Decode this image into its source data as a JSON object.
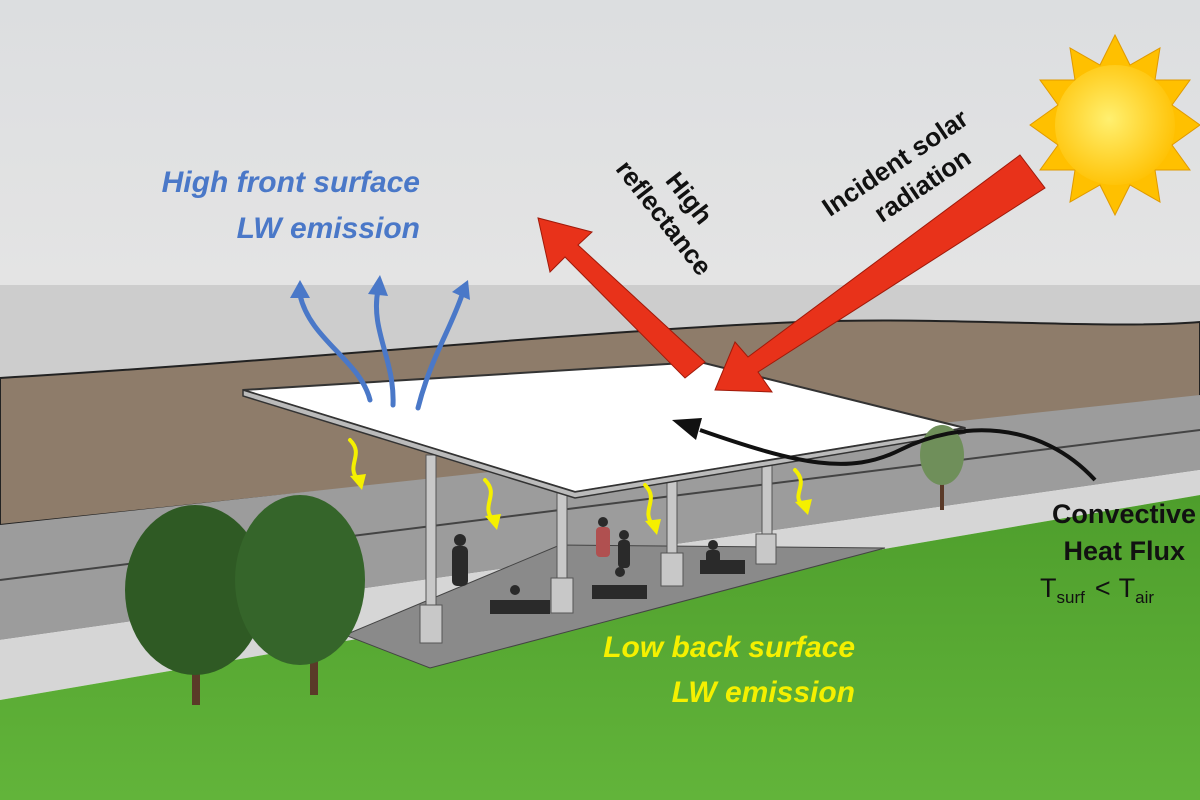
{
  "labels": {
    "front_emission_line1": "High front surface",
    "front_emission_line2": "LW emission",
    "reflectance_line1": "High",
    "reflectance_line2": "reflectance",
    "solar_line1": "Incident solar",
    "solar_line2": "radiation",
    "convective_line1": "Convective",
    "convective_line2": "Heat Flux",
    "t_surf": "T",
    "t_surf_sub": "surf",
    "lt": "<",
    "t_air": "T",
    "t_air_sub": "air",
    "back_emission_line1": "Low back surface",
    "back_emission_line2": "LW emission"
  },
  "colors": {
    "front_emission": "#4a78c8",
    "back_emission": "#f5f000",
    "solar": "#e8321a",
    "grass": "#5aa832",
    "sun": "#ffcc00"
  }
}
